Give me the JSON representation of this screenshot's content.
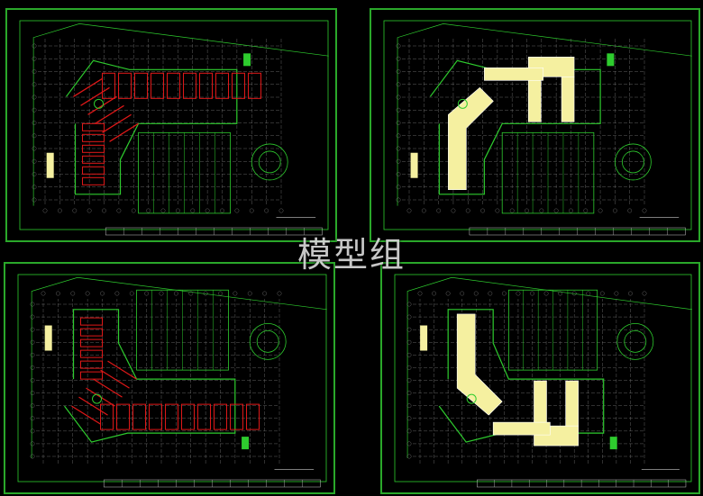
{
  "watermark": "模型组",
  "colors": {
    "background": "#000000",
    "frame": "#2aa82a",
    "grid": "#7a7a7a",
    "structure": "#2ecc2e",
    "beam": "#e01818",
    "column": "#ffffff",
    "stair": "#f5f0a0",
    "paper": "#c8c8c8"
  },
  "sheets": [
    {
      "id": "plan-top-left",
      "variant": "red",
      "flip": false
    },
    {
      "id": "plan-top-right",
      "variant": "yellow",
      "flip": false
    },
    {
      "id": "plan-bottom-left",
      "variant": "red",
      "flip": true
    },
    {
      "id": "plan-bottom-right",
      "variant": "yellow",
      "flip": true
    }
  ]
}
